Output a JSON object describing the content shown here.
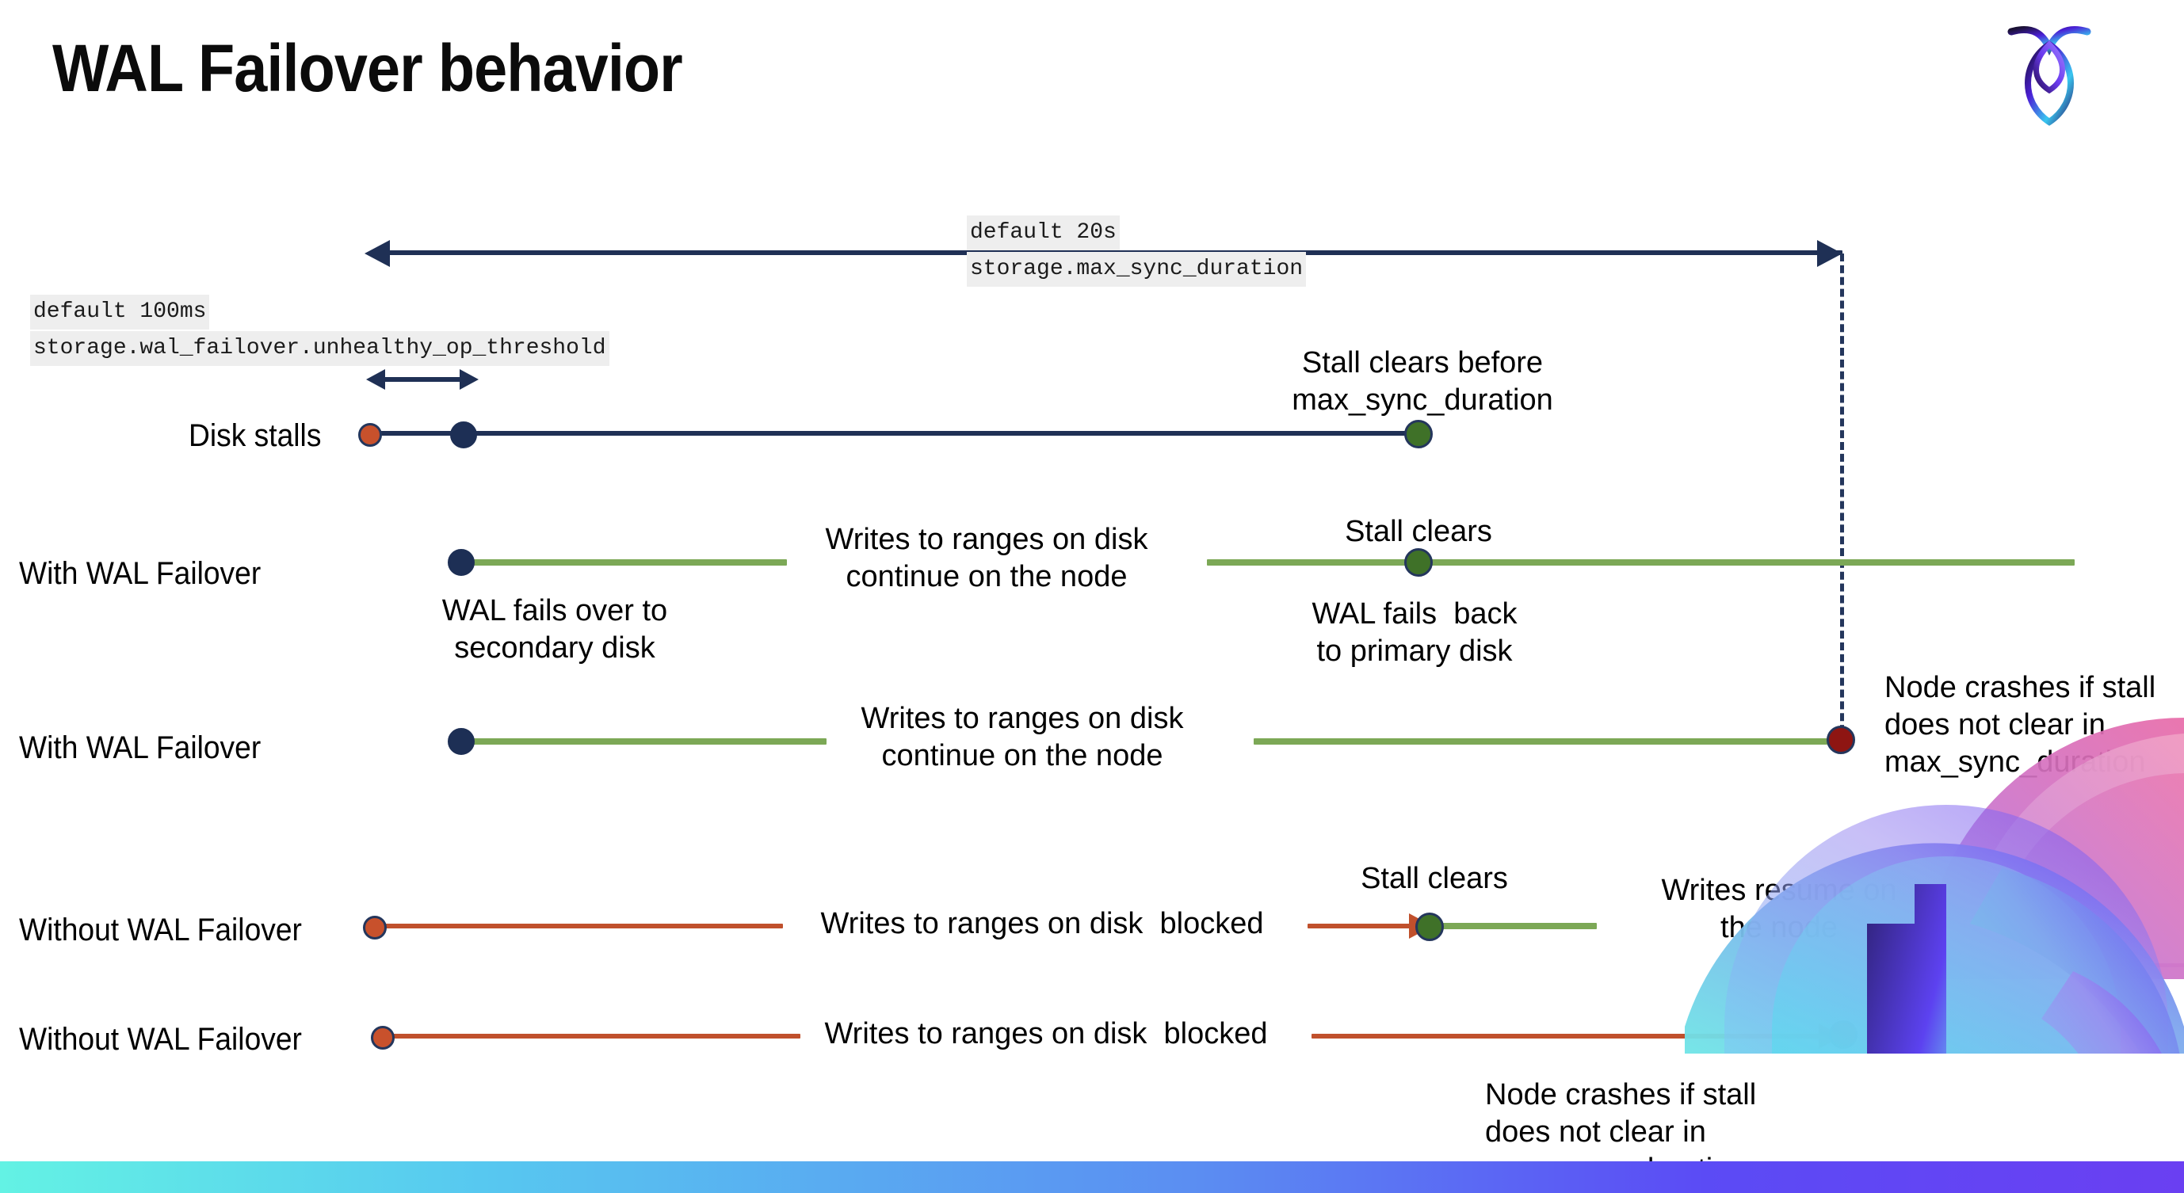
{
  "slide": {
    "title": "WAL Failover behavior",
    "logo_name": "cockroachdb-logo"
  },
  "settings": {
    "max_sync": {
      "default_label": "default 20s",
      "setting_label": "storage.max_sync_duration"
    },
    "unhealthy_op": {
      "default_label": "default 100ms",
      "setting_label": "storage.wal_failover.unhealthy_op_threshold"
    }
  },
  "rows": {
    "disk_stalls": {
      "label": "Disk stalls",
      "note_stall_clears": "Stall clears before\nmax_sync_duration"
    },
    "with_failover_1": {
      "label": "With WAL Failover",
      "note_writes": "Writes to ranges on disk\ncontinue on the node",
      "note_failover": "WAL fails over to\nsecondary disk",
      "note_stall_clears": "Stall clears",
      "note_failback": "WAL fails  back\nto primary disk"
    },
    "with_failover_2": {
      "label": "With WAL Failover",
      "note_writes": "Writes to ranges on disk\ncontinue on the node",
      "note_crash": "Node crashes if stall\ndoes not clear in\nmax_sync_duration"
    },
    "without_failover_1": {
      "label": "Without WAL Failover",
      "note_blocked": "Writes to ranges on disk  blocked",
      "note_stall_clears": "Stall clears",
      "note_resume": "Writes resume on\nthe node"
    },
    "without_failover_2": {
      "label": "Without WAL Failover",
      "note_blocked": "Writes to ranges on disk  blocked",
      "note_crash": "Node crashes if stall\ndoes not clear in\nmax_sync_duration"
    }
  },
  "colors": {
    "navy": "#1f3055",
    "green_line": "#7CA856",
    "green_dot": "#3F7128",
    "red_line": "#C0502C",
    "orange_dot": "#C8512C",
    "dark_red_dot": "#8E1512",
    "chip_bg": "#eeeeee",
    "bar_start": "#63F2E4",
    "bar_end": "#6A3FF2"
  }
}
